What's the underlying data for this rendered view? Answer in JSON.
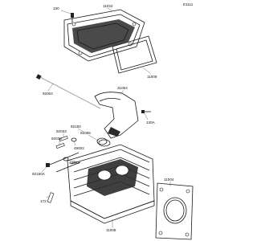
{
  "diagram": {
    "page_code": "E1111",
    "parts": {
      "p130_top": "130",
      "p11022": "11022",
      "p11009": "11009",
      "p92004": "92004",
      "p31064": "31064",
      "p130a": "130A",
      "p92150": "92150",
      "p92033_a": "92033",
      "p92055": "92055",
      "p92033_b": "92033",
      "p49002_a": "49002",
      "p49002_b": "49002",
      "p92150a": "92150A",
      "p172": "172",
      "p11004": "11004",
      "p11008": "11008"
    }
  }
}
